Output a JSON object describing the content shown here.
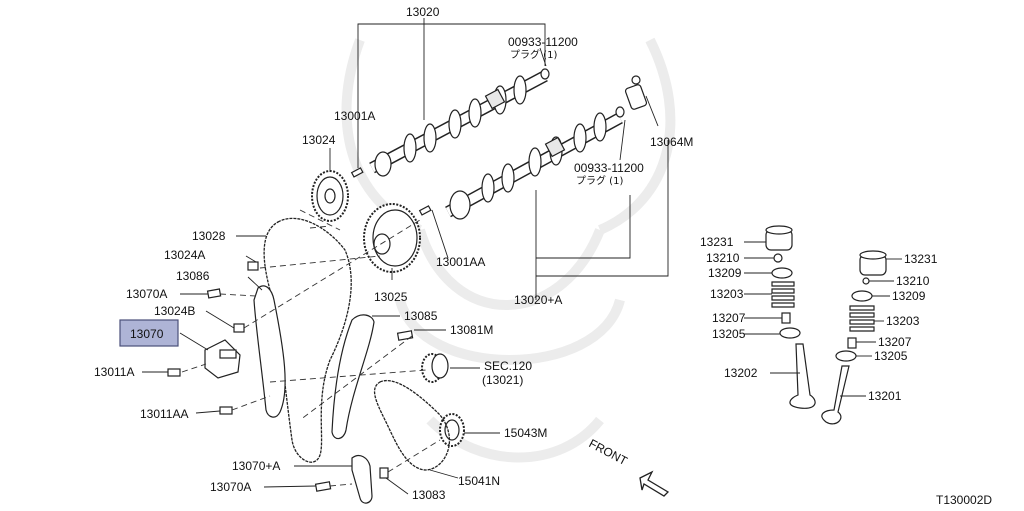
{
  "labels": {
    "cam_set": "13020",
    "plug_part_a": "00933-11200",
    "plug_note_a": "プラグ (1)",
    "dowel_a": "13001A",
    "sprocket_small": "13024",
    "plug_part_b": "00933-11200",
    "plug_note_b": "プラグ (1)",
    "sensor": "13064M",
    "chain": "13028",
    "bolt_a": "13024A",
    "guide": "13086",
    "dowel_aa": "13001AA",
    "pin_a": "13070A",
    "sprocket_cam": "13025",
    "cam_set_plus": "13020+A",
    "bolt_b": "13024B",
    "tensioner_guide": "13085",
    "highlighted": "13070",
    "tensioner_pin": "13081M",
    "sec_ref": "SEC.120",
    "sec_ref_sub": "(13021)",
    "bolt_11a": "13011A",
    "bolt_11aa": "13011AA",
    "oil_pump_sprocket": "15043M",
    "tensioner_plus": "13070+A",
    "oil_pump_chain": "15041N",
    "pin_a_bottom": "13070A",
    "bolt_83": "13083",
    "lifter_l": "13231",
    "shim_l": "13210",
    "retainer_l": "13209",
    "spring_l": "13203",
    "seal_l": "13207",
    "seat_l": "13205",
    "valve_exh": "13202",
    "lifter_r": "13231",
    "shim_r": "13210",
    "retainer_r": "13209",
    "spring_r": "13203",
    "seal_r": "13207",
    "seat_r": "13205",
    "valve_int": "13201",
    "front": "FRONT",
    "diagram_id": "T130002D"
  },
  "colors": {
    "highlight_fill": "#aeb4d6",
    "highlight_stroke": "#4a4f7a",
    "line": "#222222"
  }
}
